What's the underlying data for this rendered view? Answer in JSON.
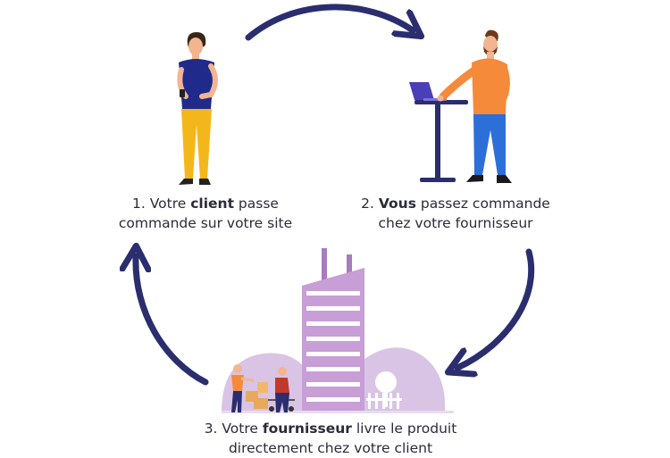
{
  "steps": [
    {
      "prefix": "1. Votre ",
      "bold": "client",
      "suffix": " passe",
      "line2": "commande sur votre site"
    },
    {
      "prefix": "2. ",
      "bold": "Vous",
      "suffix": " passez commande",
      "line2": "chez votre fournisseur"
    },
    {
      "prefix": "3. Votre ",
      "bold": "fournisseur",
      "suffix": " livre le produit",
      "line2": "directement chez votre client"
    }
  ],
  "colors": {
    "arrow": "#2a2d6e",
    "building": "#c79ed6",
    "building_dark": "#a77bbd",
    "bg_shape": "#d9c4e5",
    "shirt_navy": "#1f2a8a",
    "pants_yellow": "#f4b71b",
    "shirt_orange": "#f58a3a",
    "pants_blue": "#2d6fd8",
    "text": "#2b2b3a"
  }
}
